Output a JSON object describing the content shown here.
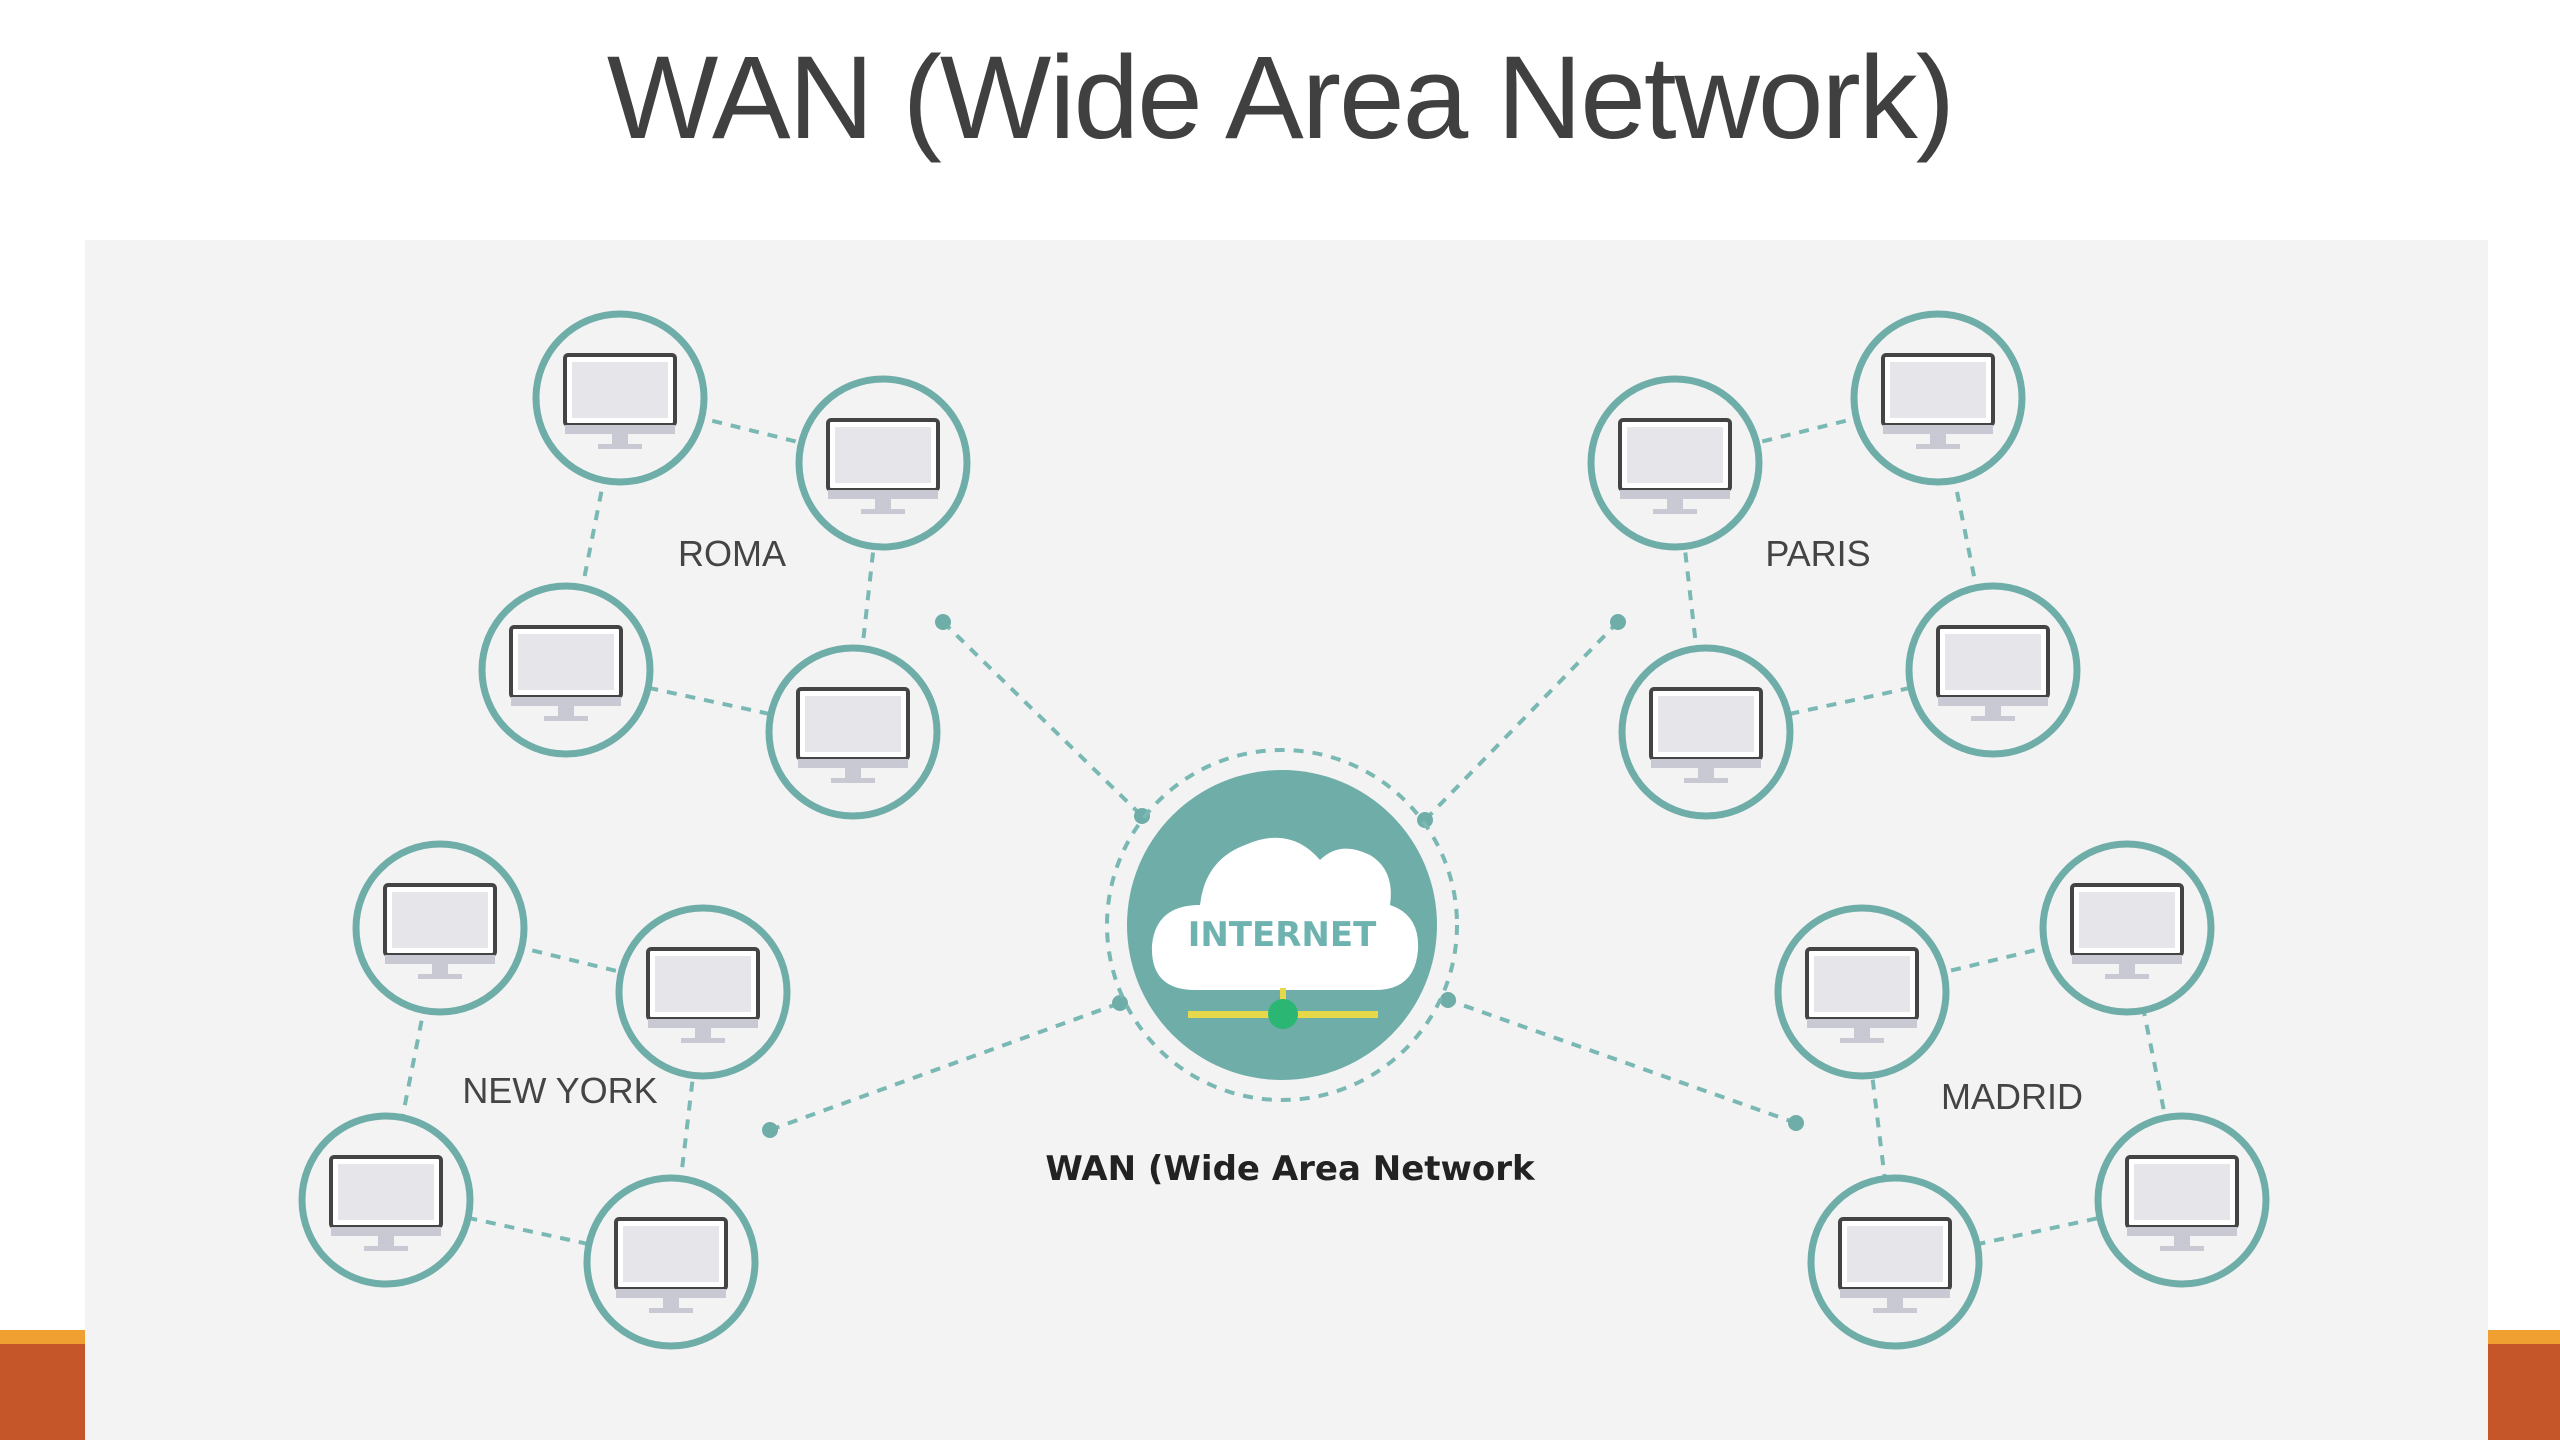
{
  "title": "WAN (Wide Area Network)",
  "hub": {
    "label": "INTERNET",
    "caption": "WAN (Wide Area Network",
    "icon": "cloud-icon"
  },
  "sites": [
    {
      "id": "roma",
      "label": "ROMA",
      "computers": 4
    },
    {
      "id": "paris",
      "label": "PARIS",
      "computers": 4
    },
    {
      "id": "new-york",
      "label": "NEW YORK",
      "computers": 4
    },
    {
      "id": "madrid",
      "label": "MADRID",
      "computers": 4
    }
  ],
  "colors": {
    "teal": "#6fada8",
    "teal_dark": "#5e9f99",
    "dotted_link": "#7ab8b3",
    "panel": "#f3f3f3",
    "bar_yellow": "#e6d84a",
    "node_green": "#2bb673",
    "accent_orange": "#c4562a",
    "accent_stripe": "#f0a030"
  }
}
